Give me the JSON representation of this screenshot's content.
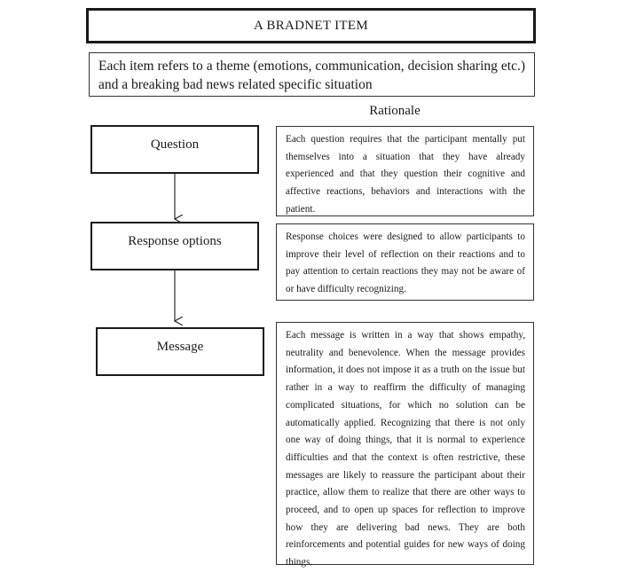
{
  "title": "A BRADNET ITEM",
  "intro": "Each item refers to a theme (emotions, communication, decision sharing etc.) and a breaking bad news related specific situation",
  "rationale_heading": "Rationale",
  "steps": [
    {
      "label": "Question"
    },
    {
      "label": "Response options"
    },
    {
      "label": "Message"
    }
  ],
  "rationales": [
    "Each question requires that the participant mentally put themselves into a situation that they have already experienced and that they question their cognitive and affective reactions, behaviors and interactions with the patient.",
    "Response choices were designed to allow participants to improve their level of reflection on their reactions and to pay attention to certain reactions they may not be aware of or have difficulty recognizing.",
    "Each message is written in a way that shows empathy, neutrality and benevolence. When the message provides information, it does not impose it as a truth on the issue but rather in a way to reaffirm the difficulty of managing complicated situations, for which no solution can be automatically applied. Recognizing that there is not only one way of doing things, that it is normal to experience difficulties and that the context is often restrictive, these messages are likely to reassure the participant about their practice, allow them to realize that there are other ways to proceed, and to open up spaces for reflection to improve how they are delivering bad news. They are both reinforcements and potential guides for new ways of doing things."
  ]
}
